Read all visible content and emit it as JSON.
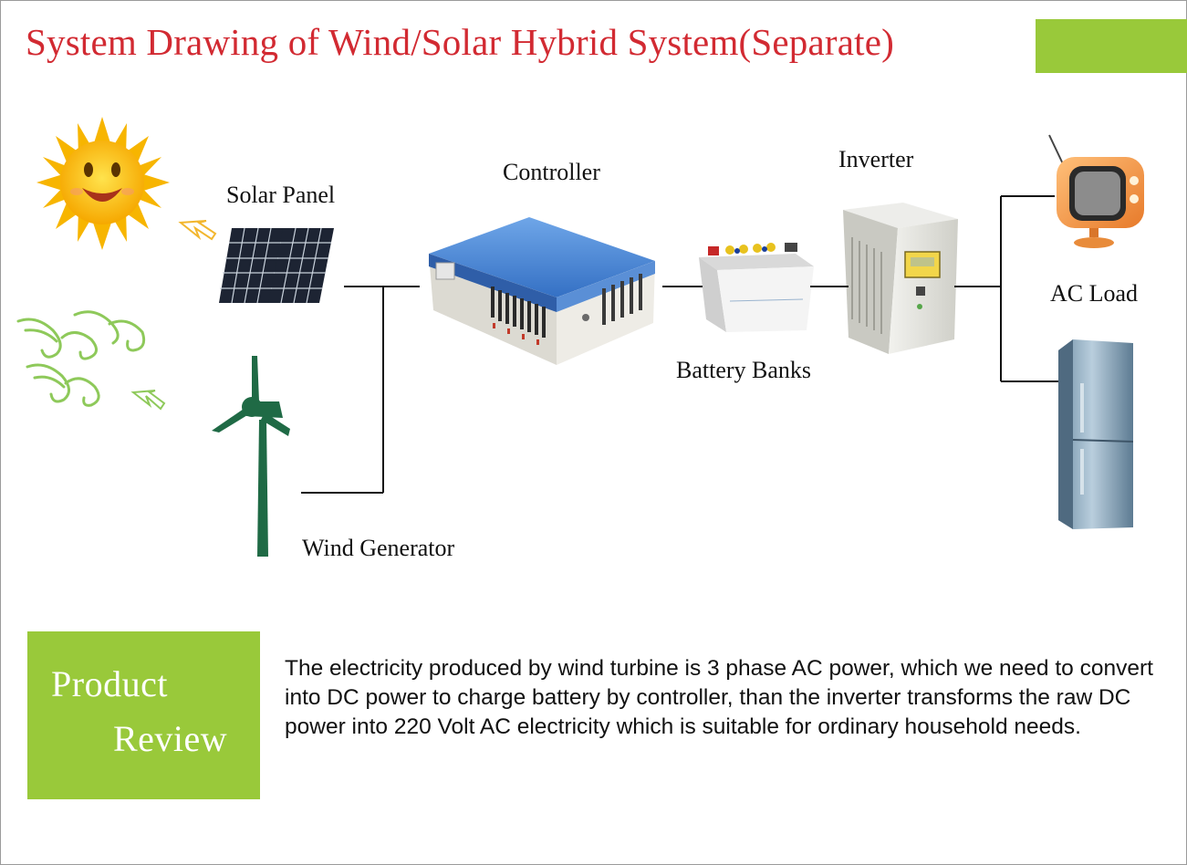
{
  "title": "System Drawing of Wind/Solar Hybrid System(Separate)",
  "components": {
    "solar_panel": "Solar Panel",
    "controller": "Controller",
    "inverter": "Inverter",
    "battery_banks": "Battery Banks",
    "ac_load": "AC Load",
    "wind_generator": "Wind Generator"
  },
  "review": {
    "line1": "Product",
    "line2": "Review",
    "description": "The electricity produced by wind turbine is 3 phase AC power, which we need to convert into DC power to charge battery by controller, than the inverter transforms the raw DC power into 220 Volt AC electricity which is suitable for ordinary household needs."
  },
  "colors": {
    "title": "#d22a32",
    "accent_green": "#99c93a",
    "turbine_green": "#1f6a45",
    "controller_blue": "#3f7fcf"
  },
  "icons": [
    "sun-icon",
    "wind-icon",
    "solar-panel-icon",
    "wind-turbine-icon",
    "controller-icon",
    "battery-icon",
    "inverter-icon",
    "tv-icon",
    "refrigerator-icon"
  ]
}
